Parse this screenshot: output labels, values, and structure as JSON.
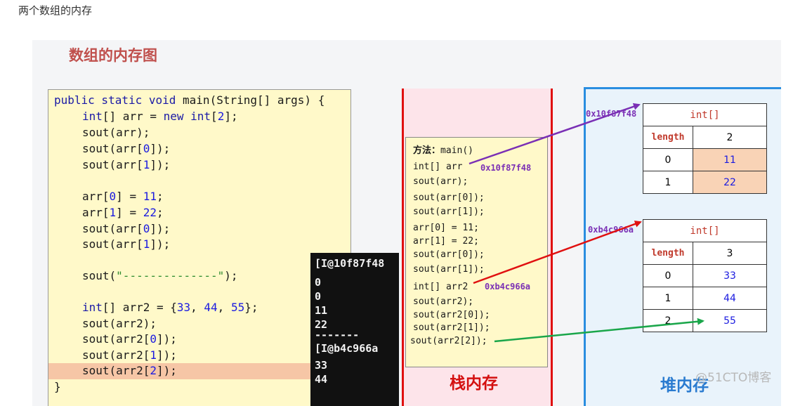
{
  "caption": "两个数组的内存",
  "slide_title": "数组的内存图",
  "code": {
    "l1a": "public static void ",
    "l1b": "main(String[] args) {",
    "l2a": "int",
    "l2b": "[] arr = ",
    "l2c": "new int",
    "l2d": "[",
    "l2e": "2",
    "l2f": "];",
    "l3": "sout(arr);",
    "l4a": "sout(arr[",
    "l4b": "0",
    "l4c": "]);",
    "l5a": "sout(arr[",
    "l5b": "1",
    "l5c": "]);",
    "l6a": "arr[",
    "l6b": "0",
    "l6c": "] = ",
    "l6d": "11",
    "l6e": ";",
    "l7a": "arr[",
    "l7b": "1",
    "l7c": "] = ",
    "l7d": "22",
    "l7e": ";",
    "l8a": "sout(arr[",
    "l8b": "0",
    "l8c": "]);",
    "l9a": "sout(arr[",
    "l9b": "1",
    "l9c": "]);",
    "l10a": "sout(",
    "l10b": "\"--------------\"",
    "l10c": ");",
    "l11a": "int",
    "l11b": "[] arr2 = {",
    "l11c": "33",
    "l11d": ", ",
    "l11e": "44",
    "l11f": ", ",
    "l11g": "55",
    "l11h": "};",
    "l12": "sout(arr2);",
    "l13a": "sout(arr2[",
    "l13b": "0",
    "l13c": "]);",
    "l14a": "sout(arr2[",
    "l14b": "1",
    "l14c": "]);",
    "l15a": "sout(arr2[",
    "l15b": "2",
    "l15c": "]);",
    "l16": "}"
  },
  "console": [
    "[I@10f87f48",
    "0",
    "0",
    "11",
    "22",
    "-------",
    "[I@b4c966a",
    "33",
    "44"
  ],
  "stack": {
    "label": "栈内存",
    "method_label": "方法：",
    "method_name": "main()",
    "lines": [
      "int[] arr",
      "sout(arr);",
      "sout(arr[0]);",
      "sout(arr[1]);",
      "arr[0] = 11;",
      "arr[1] = 22;",
      "sout(arr[0]);",
      "sout(arr[1]);",
      "int[] arr2",
      "sout(arr2);",
      "sout(arr2[0]);",
      "sout(arr2[1]);",
      "sout(arr2[2]);"
    ],
    "arr_addr": "0x10f87f48",
    "arr2_addr": "0xb4c966a"
  },
  "heap": {
    "label": "堆内存",
    "arrays": [
      {
        "address": "0x10f87f48",
        "type": "int[]",
        "length_label": "length",
        "length": "2",
        "rows": [
          {
            "index": "0",
            "value": "11"
          },
          {
            "index": "1",
            "value": "22"
          }
        ]
      },
      {
        "address": "0xb4c966a",
        "type": "int[]",
        "length_label": "length",
        "length": "3",
        "rows": [
          {
            "index": "0",
            "value": "33"
          },
          {
            "index": "1",
            "value": "44"
          },
          {
            "index": "2",
            "value": "55"
          }
        ]
      }
    ]
  },
  "watermark": "@51CTO博客",
  "colors": {
    "arrow_arr": "#7a2fb5",
    "arrow_arr2": "#e01010",
    "arrow_element": "#1aa64a",
    "stack_border": "#e01010",
    "heap_border": "#2a8ee0"
  }
}
